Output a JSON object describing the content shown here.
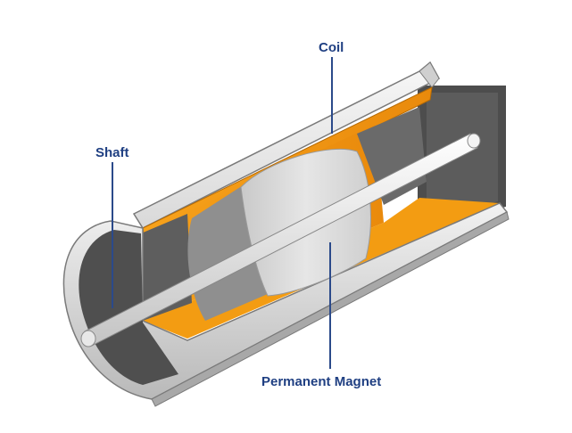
{
  "labels": {
    "coil": "Coil",
    "shaft": "Shaft",
    "permanent_magnet": "Permanent Magnet"
  },
  "colors": {
    "label_text": "#1f3f82",
    "leader_line": "#2b4a8a",
    "coil_orange": "#f39c12",
    "tube_grey": "#e9e9e9",
    "interior_dark": "#5a5a5a",
    "magnet_light": "#e1e1e1",
    "magnet_dark": "#8f8f8f",
    "shaft": "#f2f2f2"
  }
}
